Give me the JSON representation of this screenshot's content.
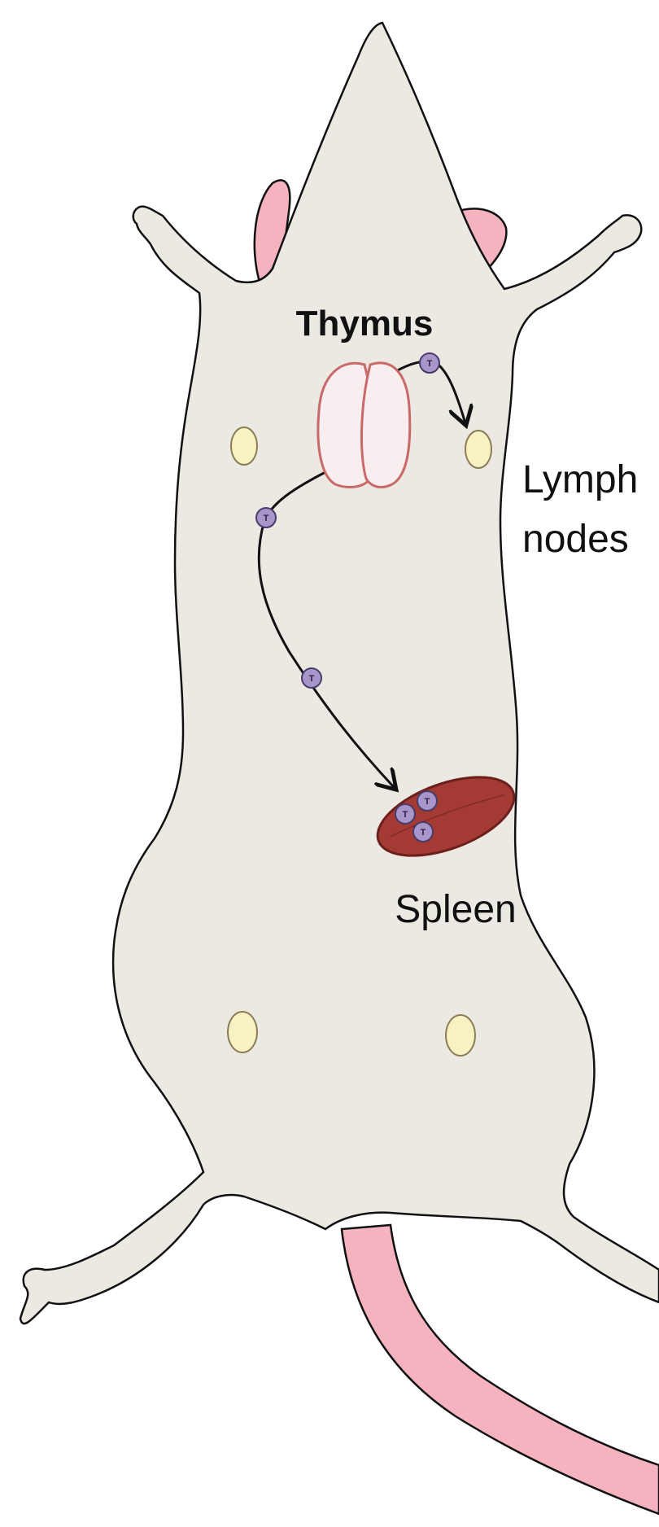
{
  "labels": {
    "thymus": "Thymus",
    "lymph_line1": "Lymph",
    "lymph_line2": "nodes",
    "spleen": "Spleen"
  },
  "t_cell_letter": "T",
  "colors": {
    "body_fill": "#ece8e2",
    "body_outline": "#111111",
    "ear_tail": "#f4b3be",
    "thymus_fill": "#f8eef0",
    "thymus_outline": "#c86a6a",
    "lymph_node_fill": "#f8f1c4",
    "lymph_node_outline": "#8a7d55",
    "spleen_fill": "#a33a34",
    "spleen_outline": "#6d1f1b",
    "t_cell_fill": "#a796c9",
    "t_cell_outline": "#4a3b6b",
    "arrow": "#111111"
  }
}
